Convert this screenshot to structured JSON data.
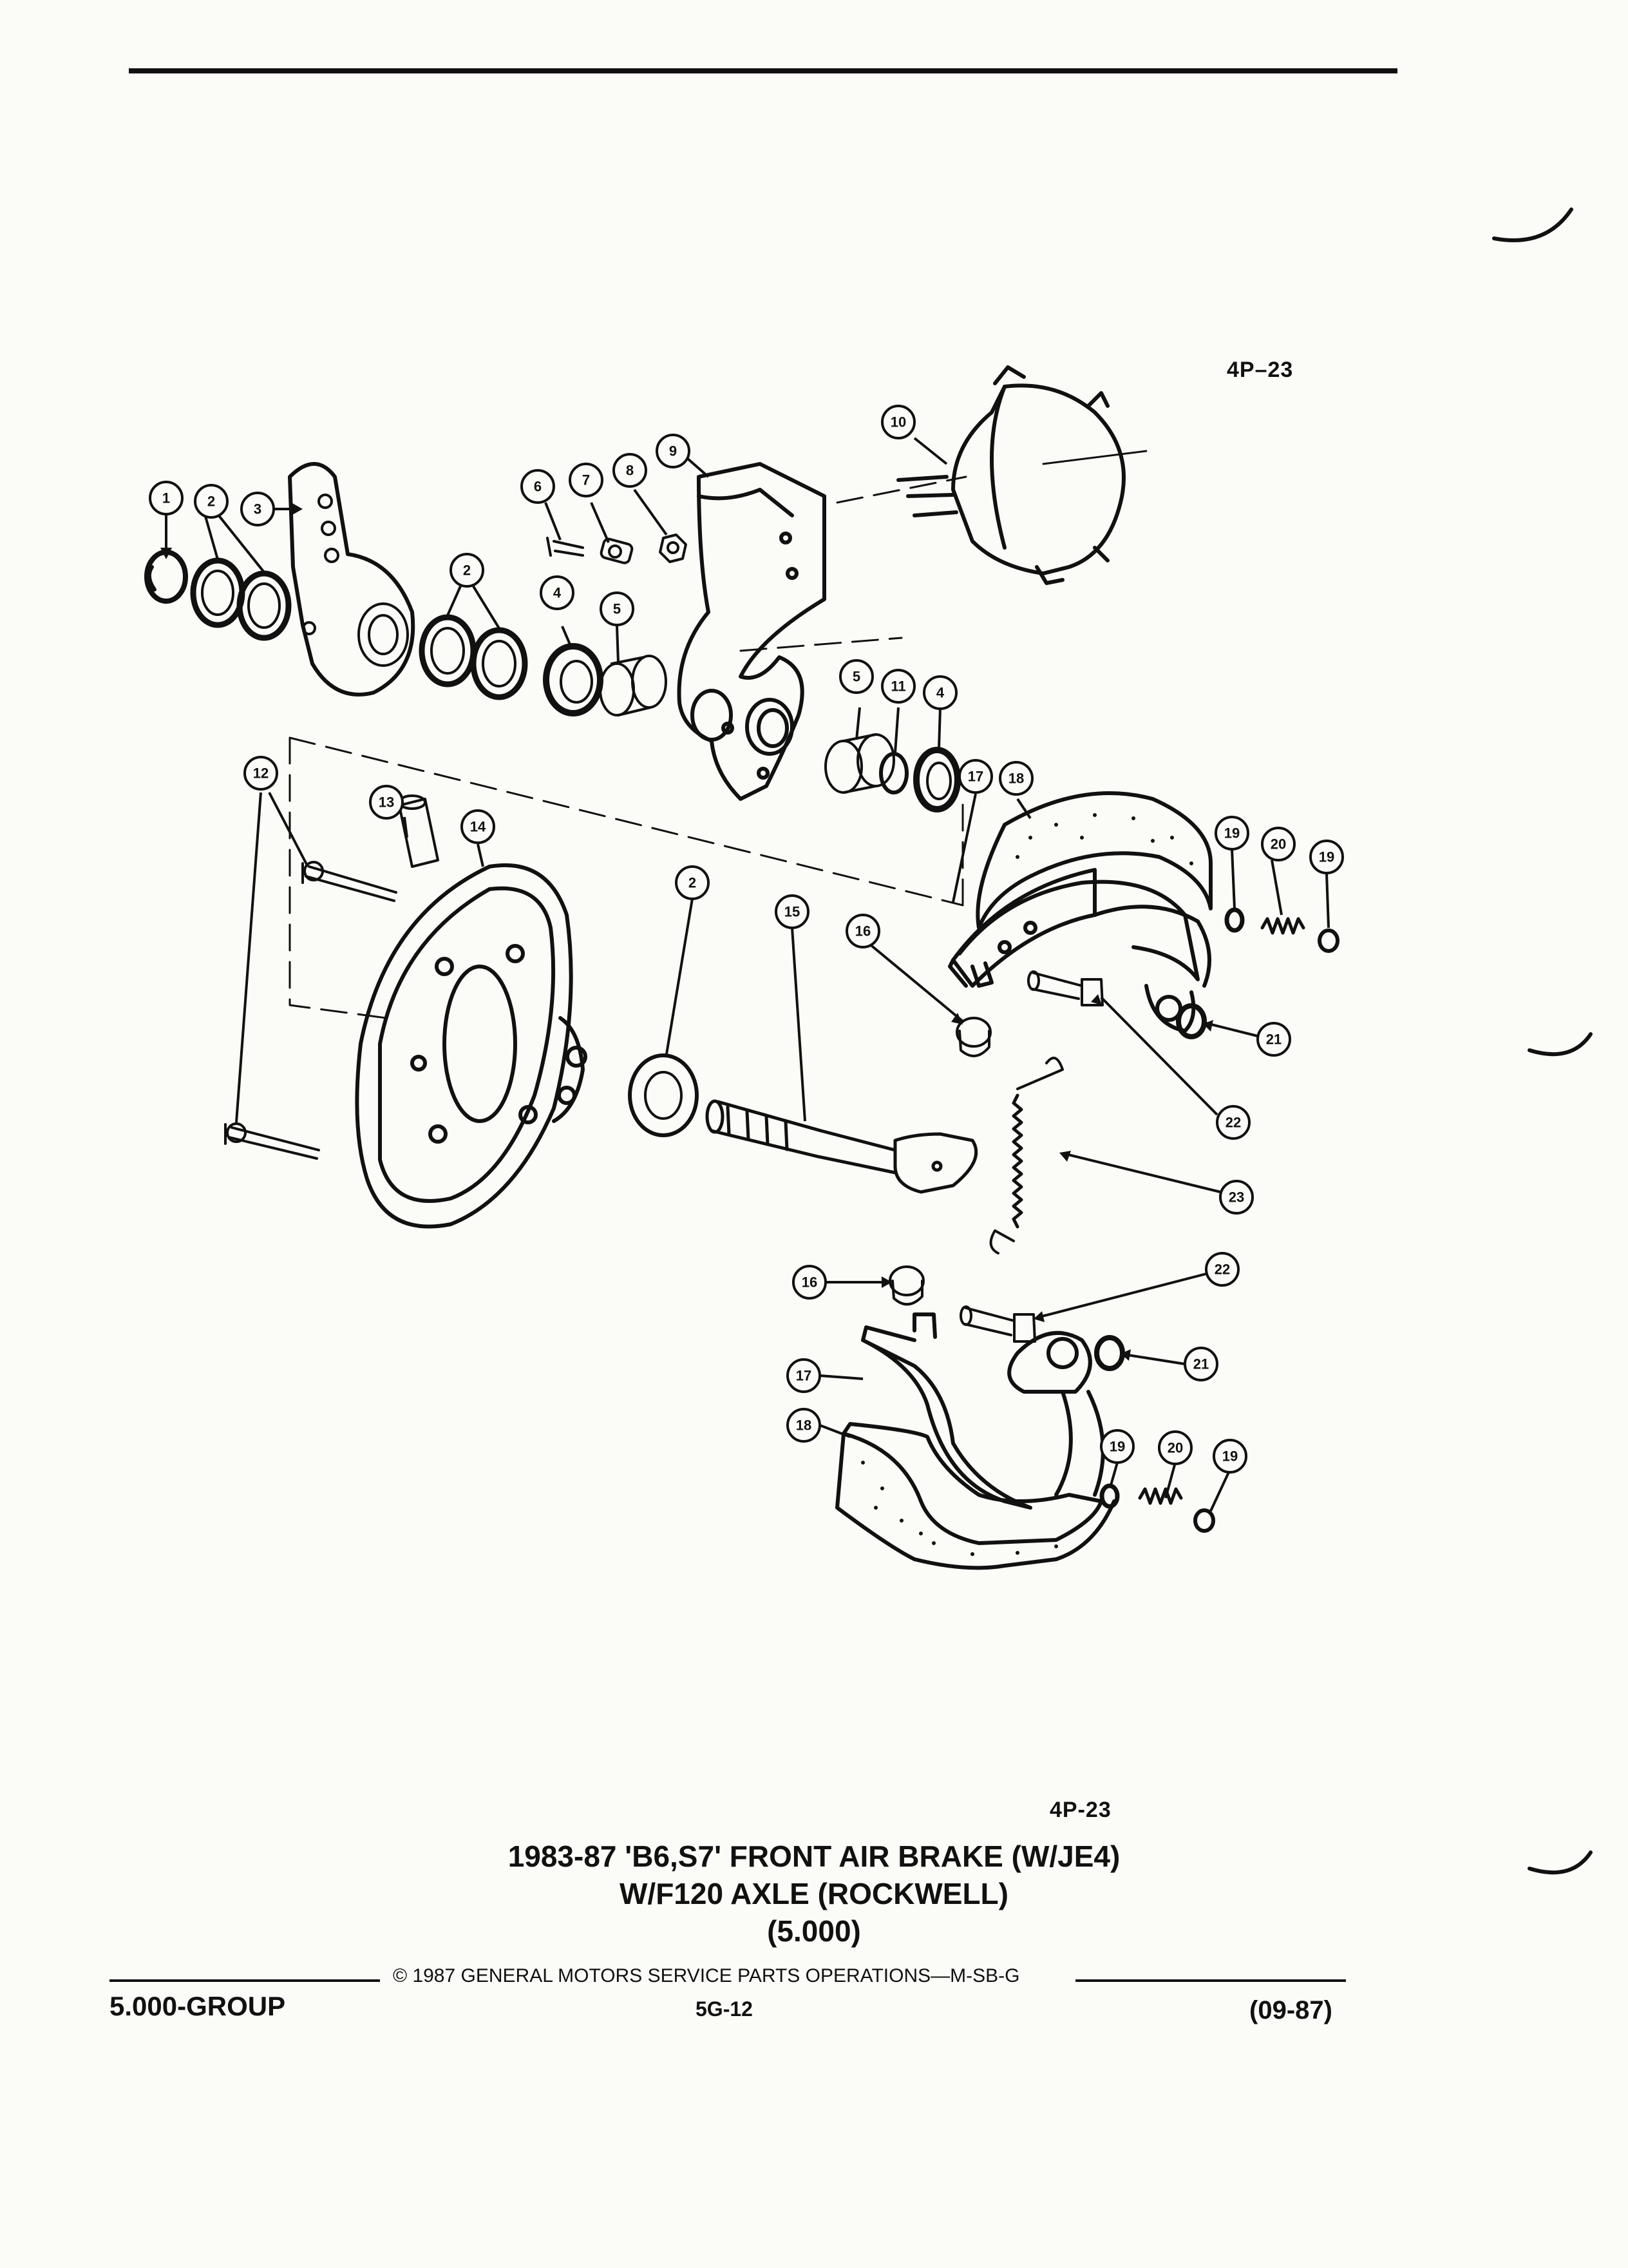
{
  "figure_code_top": "4P–23",
  "figure_code_bottom": "4P-23",
  "title": {
    "line1": "1983-87 'B6,S7' FRONT AIR BRAKE (W/JE4)",
    "line2": "W/F120 AXLE (ROCKWELL)",
    "line3": "(5.000)"
  },
  "copyright": "© 1987 GENERAL MOTORS SERVICE PARTS OPERATIONS—M-SB-G",
  "footer": {
    "group": "5.000-GROUP",
    "page": "5G-12",
    "date": "(09-87)"
  },
  "callouts": [
    "1",
    "2",
    "3",
    "4",
    "5",
    "6",
    "7",
    "8",
    "9",
    "10",
    "11",
    "12",
    "13",
    "14",
    "15",
    "16",
    "17",
    "18",
    "19",
    "20",
    "21",
    "22",
    "23"
  ]
}
